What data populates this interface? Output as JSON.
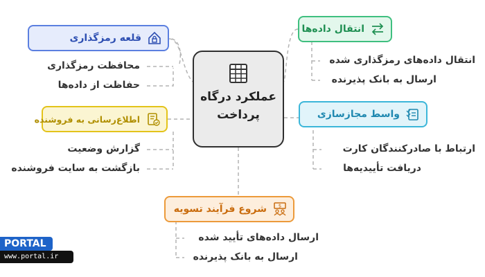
{
  "center": {
    "title": "عملکرد درگاه پرداخت",
    "icon": "table-grid-icon"
  },
  "branches": [
    {
      "id": "vault",
      "label": "قلعه رمزگذاری",
      "icon": "house-lock-icon",
      "border": "#5b7fe0",
      "fill": "#e6ecfc",
      "text": "#2e4fb2",
      "items": [
        "محافظت رمزگذاری",
        "حفاظت از داده‌ها"
      ]
    },
    {
      "id": "transfer",
      "label": "انتقال داده‌ها",
      "icon": "arrows-exchange-icon",
      "border": "#3fbf7f",
      "fill": "#e3f7ec",
      "text": "#1f8f52",
      "items": [
        "انتقال داده‌های رمزگذاری شده",
        "ارسال به بانک پذیرنده"
      ]
    },
    {
      "id": "notify",
      "label": "اطلاع‌رسانی به فروشنده",
      "icon": "receipt-check-icon",
      "border": "#e3c31a",
      "fill": "#fbf5d2",
      "text": "#b08f00",
      "items": [
        "گزارش وضعیت",
        "بازگشت به سایت فروشنده"
      ]
    },
    {
      "id": "mediator",
      "label": "واسط مجازسازی",
      "icon": "checklist-icon",
      "border": "#3bb6d9",
      "fill": "#e1f4fa",
      "text": "#1f88b0",
      "items": [
        "ارتباط با صادرکنندگان کارت",
        "دریافت تأییدیه‌ها"
      ]
    },
    {
      "id": "settle",
      "label": "شروع فرآیند تسویه",
      "icon": "settlement-icon",
      "border": "#ec9a3a",
      "fill": "#fdeedd",
      "text": "#c96c0e",
      "items": [
        "ارسال داده‌های تأیید شده",
        "ارسال به بانک پذیرنده"
      ]
    }
  ],
  "watermark": {
    "brand": "PORTAL",
    "site": "www.portal.ir"
  }
}
